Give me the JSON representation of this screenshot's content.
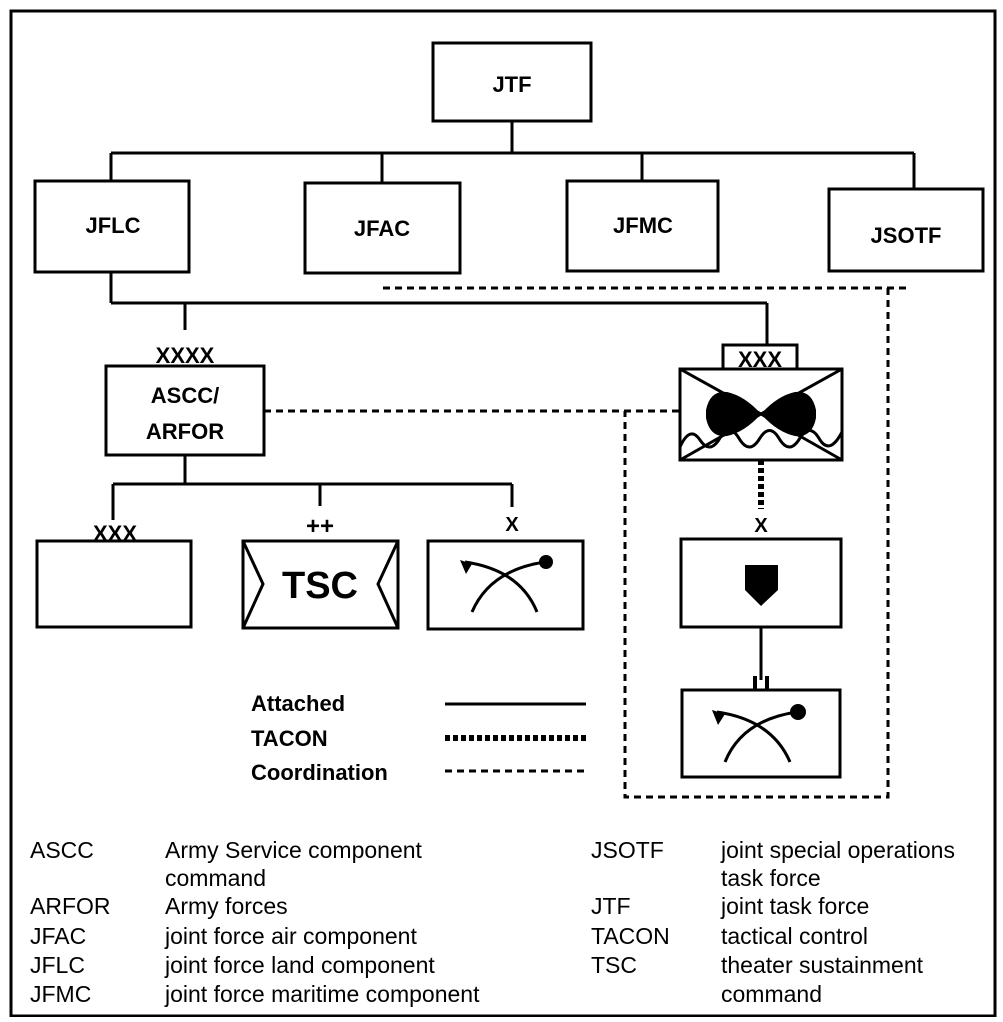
{
  "diagram": {
    "nodes": {
      "jtf": "JTF",
      "jflc": "JFLC",
      "jfac": "JFAC",
      "jfmc": "JFMC",
      "jsotf": "JSOTF",
      "ascc_line1": "ASCC/",
      "ascc_line2": "ARFOR",
      "tsc": "TSC"
    },
    "echelons": {
      "army": "XXXX",
      "corps_left": "XXX",
      "corps_right": "XXX",
      "brigade_group": "++",
      "brigade_left": "X",
      "brigade_right": "X"
    },
    "legend": {
      "attached": "Attached",
      "tacon": "TACON",
      "coordination": "Coordination"
    }
  },
  "glossary": {
    "left": [
      {
        "abbr": "ASCC",
        "def": "Army Service component",
        "def2": "command"
      },
      {
        "abbr": "ARFOR",
        "def": "Army forces"
      },
      {
        "abbr": "JFAC",
        "def": "joint force air component"
      },
      {
        "abbr": "JFLC",
        "def": "joint force land component"
      },
      {
        "abbr": "JFMC",
        "def": "joint force maritime component"
      }
    ],
    "right": [
      {
        "abbr": "JSOTF",
        "def": "joint special operations",
        "def2": "task force"
      },
      {
        "abbr": "JTF",
        "def": "joint task force"
      },
      {
        "abbr": "TACON",
        "def": "tactical control"
      },
      {
        "abbr": "TSC",
        "def": "theater sustainment",
        "def2": "command"
      }
    ]
  },
  "colors": {
    "line": "#000000",
    "background": "#ffffff"
  }
}
